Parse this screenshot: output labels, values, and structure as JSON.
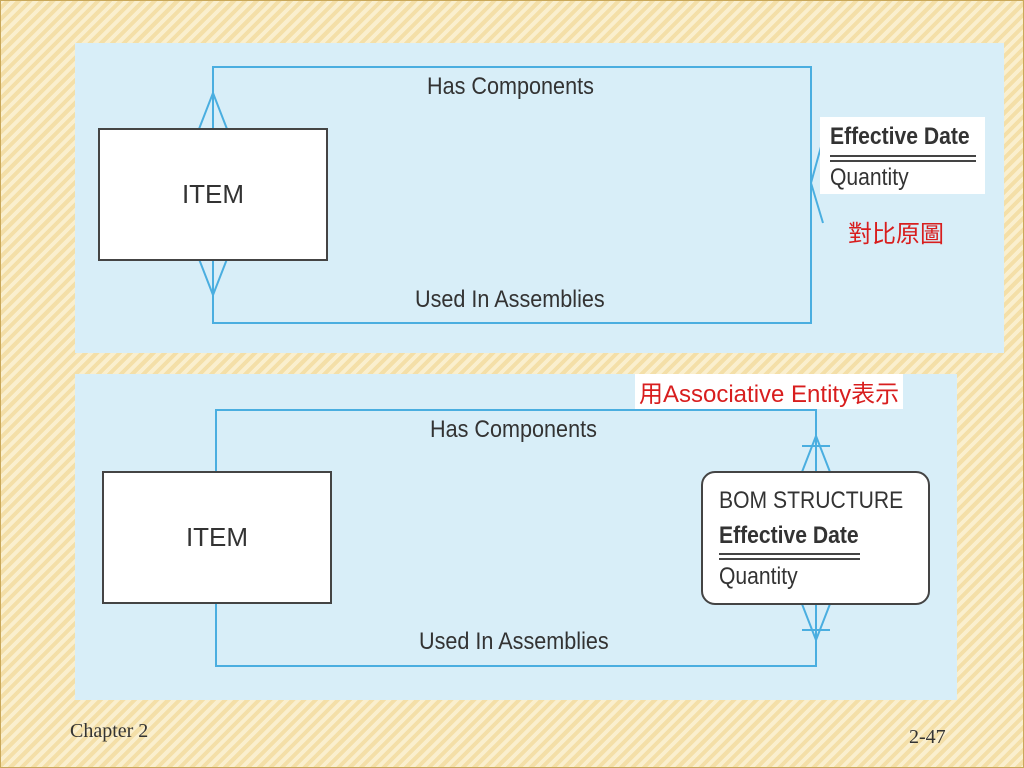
{
  "top_diagram": {
    "entity": "ITEM",
    "rel_top": "Has Components",
    "rel_bottom": "Used In Assemblies",
    "attributes": {
      "key": "Effective Date",
      "other": "Quantity"
    },
    "note": "對比原圖"
  },
  "bottom_diagram": {
    "note": "用Associative Entity表示",
    "entity": "ITEM",
    "rel_top": "Has Components",
    "rel_bottom": "Used In Assemblies",
    "associative_entity": {
      "name": "BOM STRUCTURE",
      "key": "Effective Date",
      "other": "Quantity"
    }
  },
  "footer": {
    "chapter": "Chapter 2",
    "page": "2-47"
  },
  "colors": {
    "line": "#4aaee0",
    "panel": "#d8eef8",
    "note": "#d81e1e"
  }
}
